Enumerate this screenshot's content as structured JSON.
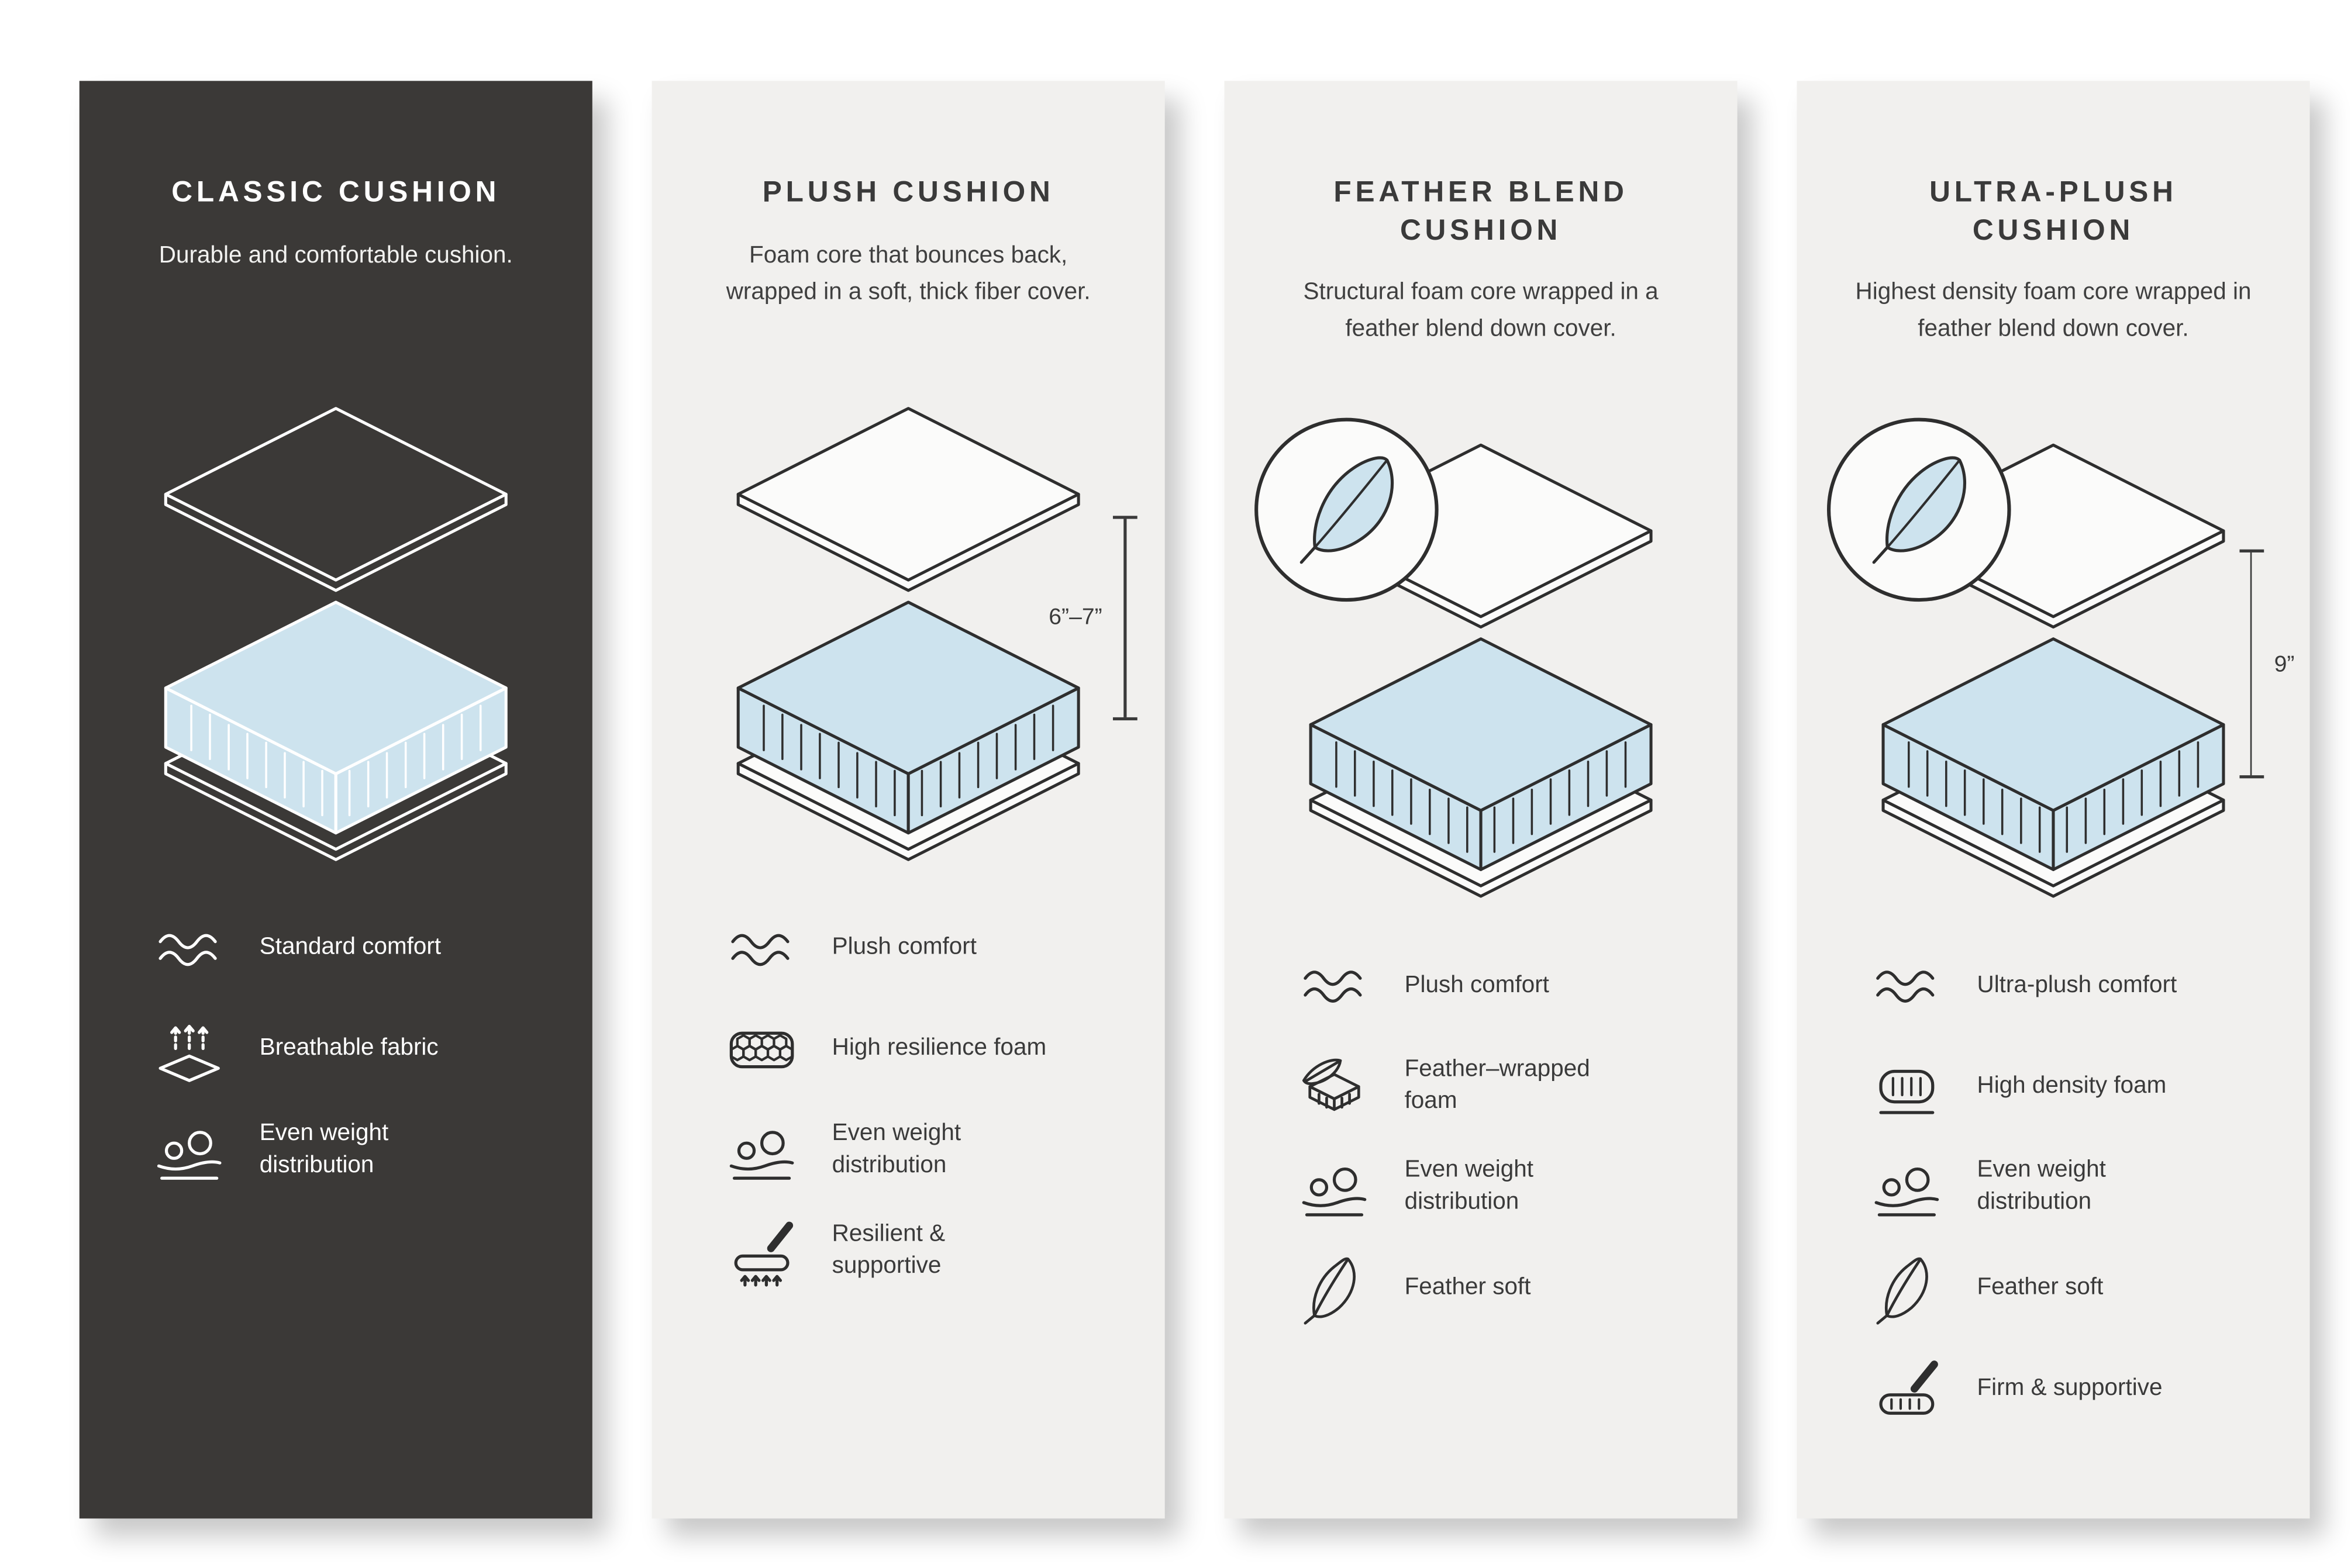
{
  "colors": {
    "page_bg": "#FFFFFF",
    "panel_dark": "#3B3937",
    "panel_light": "#F1F0EE",
    "foam_blue": "#CDE3EE",
    "line_dark": "#2E2E2E",
    "line_light": "#FFFFFF"
  },
  "panels": [
    {
      "id": "classic",
      "theme": "dark",
      "title": "CLASSIC CUSHION",
      "description": "Durable and comfortable cushion.",
      "features": [
        {
          "icon": "wave-icon",
          "label": "Standard comfort"
        },
        {
          "icon": "breathable-icon",
          "label": "Breathable fabric"
        },
        {
          "icon": "weight-distribution-icon",
          "label": "Even weight distribution"
        }
      ]
    },
    {
      "id": "plush",
      "theme": "light",
      "title": "PLUSH CUSHION",
      "description": "Foam core that bounces back, wrapped in a soft, thick fiber cover.",
      "measurement": "6”–7”",
      "features": [
        {
          "icon": "wave-icon",
          "label": "Plush comfort"
        },
        {
          "icon": "honeycomb-foam-icon",
          "label": "High resilience foam"
        },
        {
          "icon": "weight-distribution-icon",
          "label": "Even weight distribution"
        },
        {
          "icon": "resilient-icon",
          "label": "Resilient & supportive"
        }
      ]
    },
    {
      "id": "feather-blend",
      "theme": "light",
      "title": "FEATHER BLEND\nCUSHION",
      "description": "Structural foam core wrapped in a feather blend down cover.",
      "badge": "feather-badge",
      "features": [
        {
          "icon": "wave-icon",
          "label": "Plush comfort"
        },
        {
          "icon": "feather-wrapped-foam-icon",
          "label": "Feather–wrapped foam"
        },
        {
          "icon": "weight-distribution-icon",
          "label": "Even weight distribution"
        },
        {
          "icon": "feather-icon",
          "label": "Feather soft"
        }
      ]
    },
    {
      "id": "ultra-plush",
      "theme": "light",
      "title": "ULTRA-PLUSH\nCUSHION",
      "description": "Highest density foam core wrapped in feather blend down cover.",
      "badge": "feather-badge",
      "measurement": "9”",
      "features": [
        {
          "icon": "wave-icon",
          "label": "Ultra-plush comfort"
        },
        {
          "icon": "high-density-foam-icon",
          "label": "High density foam"
        },
        {
          "icon": "weight-distribution-icon",
          "label": "Even weight distribution"
        },
        {
          "icon": "feather-icon",
          "label": "Feather soft"
        },
        {
          "icon": "firm-icon",
          "label": "Firm & supportive"
        }
      ]
    }
  ]
}
